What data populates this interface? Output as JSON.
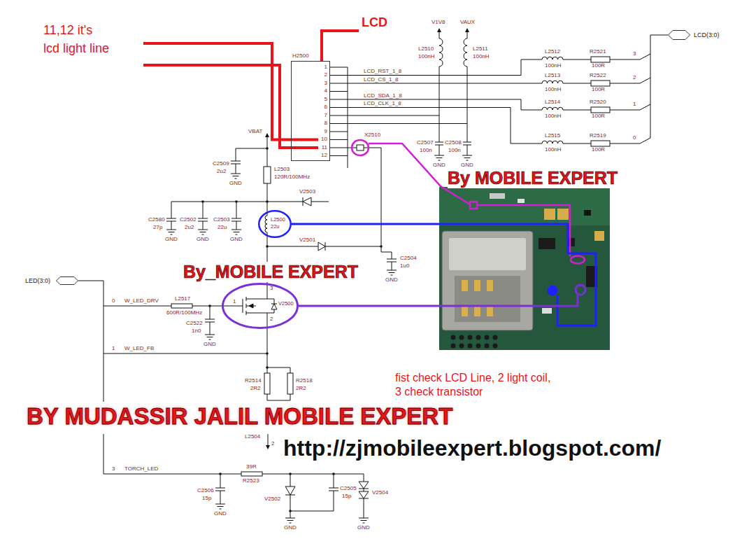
{
  "diagram": {
    "nodes": [
      {
        "text": [
          "H2500",
          "1",
          "2",
          "3",
          "4",
          "5",
          "6",
          "7",
          "8",
          "9",
          "10",
          "11",
          "12"
        ]
      },
      {
        "text": [
          "LCD(3:0)"
        ]
      },
      {
        "text": [
          "L2500",
          "22u"
        ]
      },
      {
        "text": [
          "V2500",
          "1",
          "3",
          "2"
        ]
      },
      {
        "text": [
          "LED(3:0)"
        ]
      }
    ],
    "edges": [
      {
        "from": 2,
        "to": 3,
        "arrow": "none"
      }
    ],
    "labels": [
      "11,12 it's lcd light line",
      "LCD",
      "V1V8",
      "VAUX",
      "L2510",
      "100nH",
      "L2511",
      "100nH",
      "LCD_RST_1_8",
      "LCD_CS_1_8",
      "LCD_SDA_1_8",
      "LCD_CLK_1_8",
      "L2512",
      "100nH",
      "R2521",
      "100R",
      "3",
      "L2513",
      "100nH",
      "R2522",
      "100R",
      "2",
      "L2514",
      "100nH",
      "R2520",
      "100R",
      "1",
      "L2515",
      "100nH",
      "R2519",
      "100R",
      "0",
      "X2510",
      "C2507",
      "100n",
      "GND",
      "C2508",
      "100n",
      "GND",
      "VBAT",
      "C2509",
      "2u2",
      "GND",
      "L2503",
      "120R/100MHz",
      "V2503",
      "C2580",
      "27p",
      "GND",
      "C2502",
      "2u2",
      "GND",
      "C2503",
      "22u",
      "GND",
      "V2501",
      "C2504",
      "1u0",
      "GND",
      "By MOBILE EXPERT",
      "By_MOBILE EXPERT",
      "0",
      "W_LED_DRV",
      "L2517",
      "600R/100MHz",
      "C2522",
      "1n0",
      "GND",
      "1",
      "W_LED_FB",
      "R2514",
      "2R2",
      "R2518",
      "2R2",
      "fist check LCD Line, 2 light coil, 3 check transistor",
      "BY MUDASSIR JALIL MOBILE EXPERT",
      "L2504",
      "2",
      "http://zjmobileexpert.blogspot.com/",
      "3",
      "TORCH_LED",
      "39R",
      "R2523",
      "C2506",
      "15p",
      "GND",
      "V2502",
      "C2505",
      "15p",
      "V2504",
      "GND",
      "GND"
    ]
  }
}
